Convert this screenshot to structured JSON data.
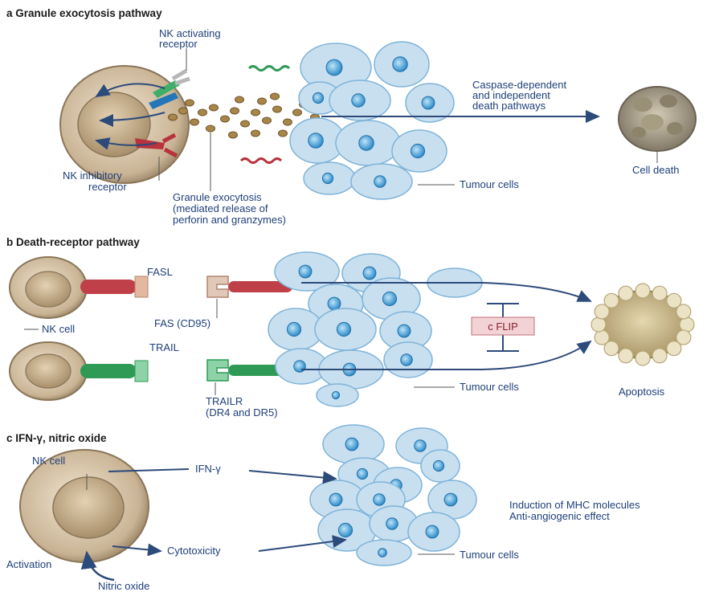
{
  "panel_a": {
    "header": "a Granule exocytosis pathway",
    "nk_activating": [
      "NK activating",
      "receptor"
    ],
    "nk_inhibitory": [
      "NK inhibitory",
      "receptor"
    ],
    "granule": [
      "Granule exocytosis",
      "(mediated release of",
      "perforin and granzymes)"
    ],
    "caspase": [
      "Caspase-dependent",
      "and independent",
      "death pathways"
    ],
    "tumour_cells": "Tumour cells",
    "cell_death": "Cell death"
  },
  "panel_b": {
    "header": "b Death-receptor pathway",
    "fasl": "FASL",
    "fas": "FAS (CD95)",
    "nk_cell": "NK cell",
    "trail": "TRAIL",
    "trailr": [
      "TRAILR",
      "(DR4 and DR5)"
    ],
    "cflip": "c FLIP",
    "tumour_cells": "Tumour cells",
    "apoptosis": "Apoptosis"
  },
  "panel_c": {
    "header": "c IFN-γ, nitric oxide",
    "nk_cell": "NK cell",
    "ifn": "IFN-γ",
    "cytotoxicity": "Cytotoxicity",
    "activation": "Activation",
    "nitric_oxide": "Nitric oxide",
    "induction": [
      "Induction of MHC molecules",
      "Anti-angiogenic effect"
    ],
    "tumour_cells": "Tumour cells"
  },
  "colors": {
    "cell_fill": "#c8dff0",
    "cell_stroke": "#7fb4d8",
    "nucleus": "#4aa3d8",
    "nk_outer": "#b59f7f",
    "nk_inner": "#d8c3a0",
    "granule": "#a8864a",
    "arrow": "#2c4a7a",
    "fasl": "#c0404a",
    "trail": "#2e9a55"
  }
}
